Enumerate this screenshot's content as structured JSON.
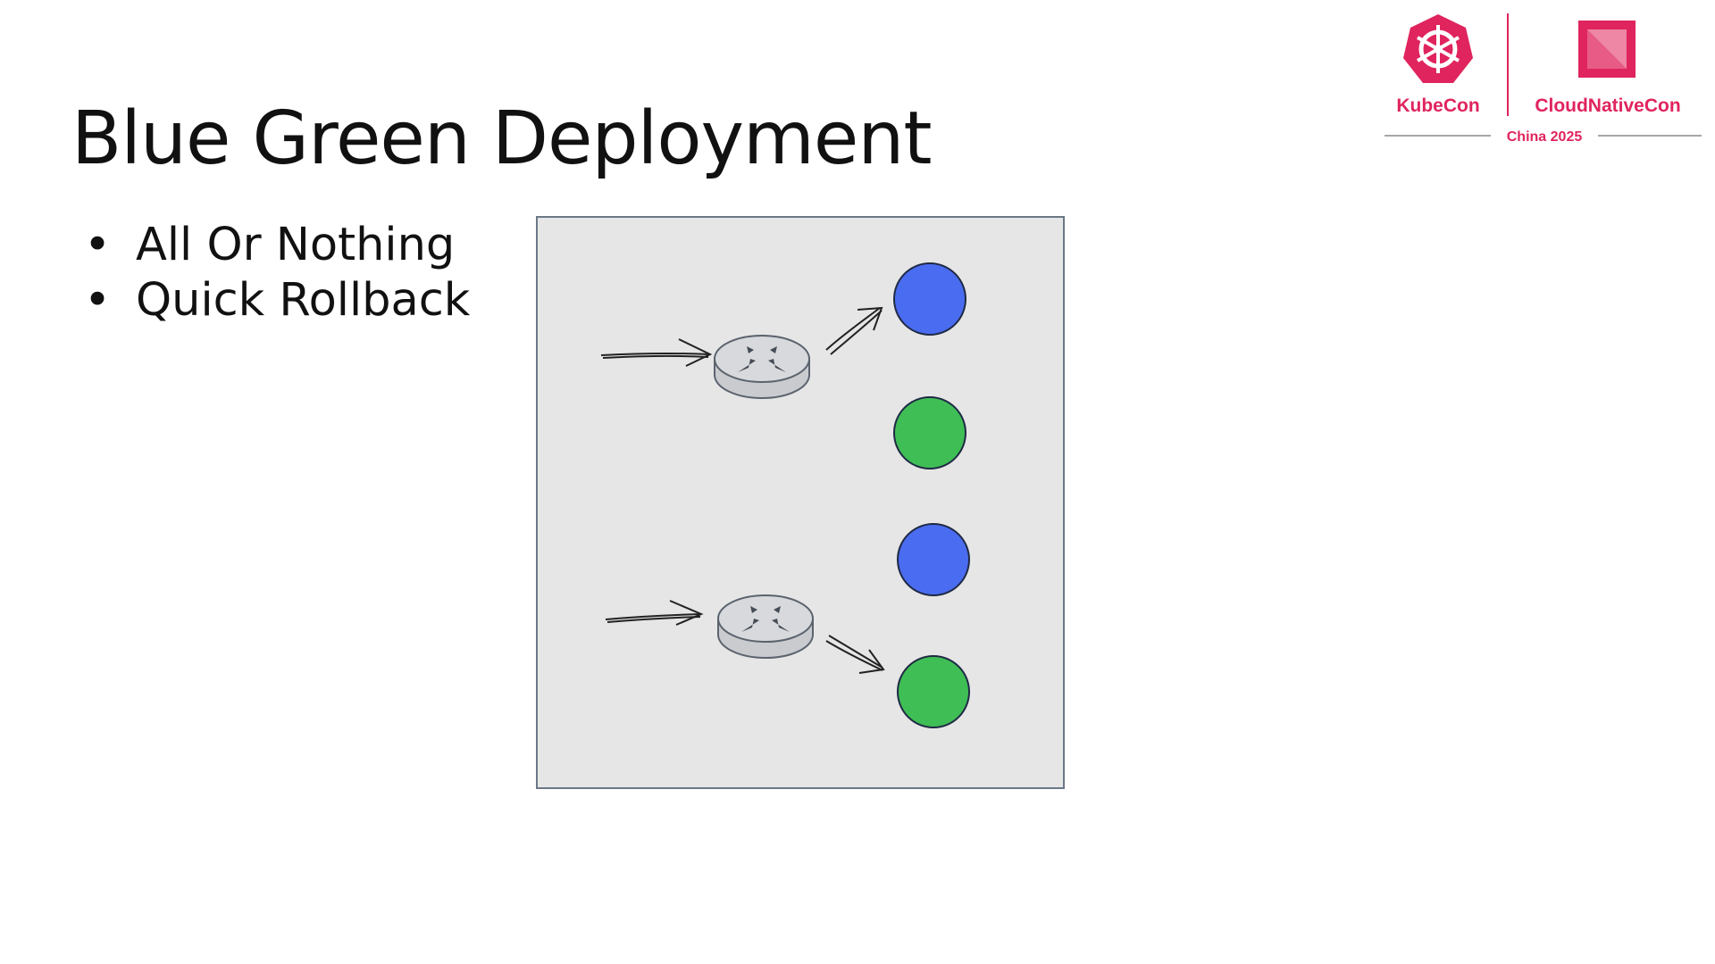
{
  "slide": {
    "title": "Blue Green Deployment",
    "bullets": [
      "All Or Nothing",
      "Quick Rollback"
    ]
  },
  "logo": {
    "left_text": "KubeCon",
    "right_text": "CloudNativeCon",
    "subtitle": "China 2025",
    "brand_color": "#e0245e"
  },
  "diagram": {
    "background": "#e6e6e6",
    "icons": [
      "router-icon",
      "router-icon"
    ],
    "colors": {
      "blue": "#4a6cf0",
      "green": "#3fbe56"
    }
  }
}
